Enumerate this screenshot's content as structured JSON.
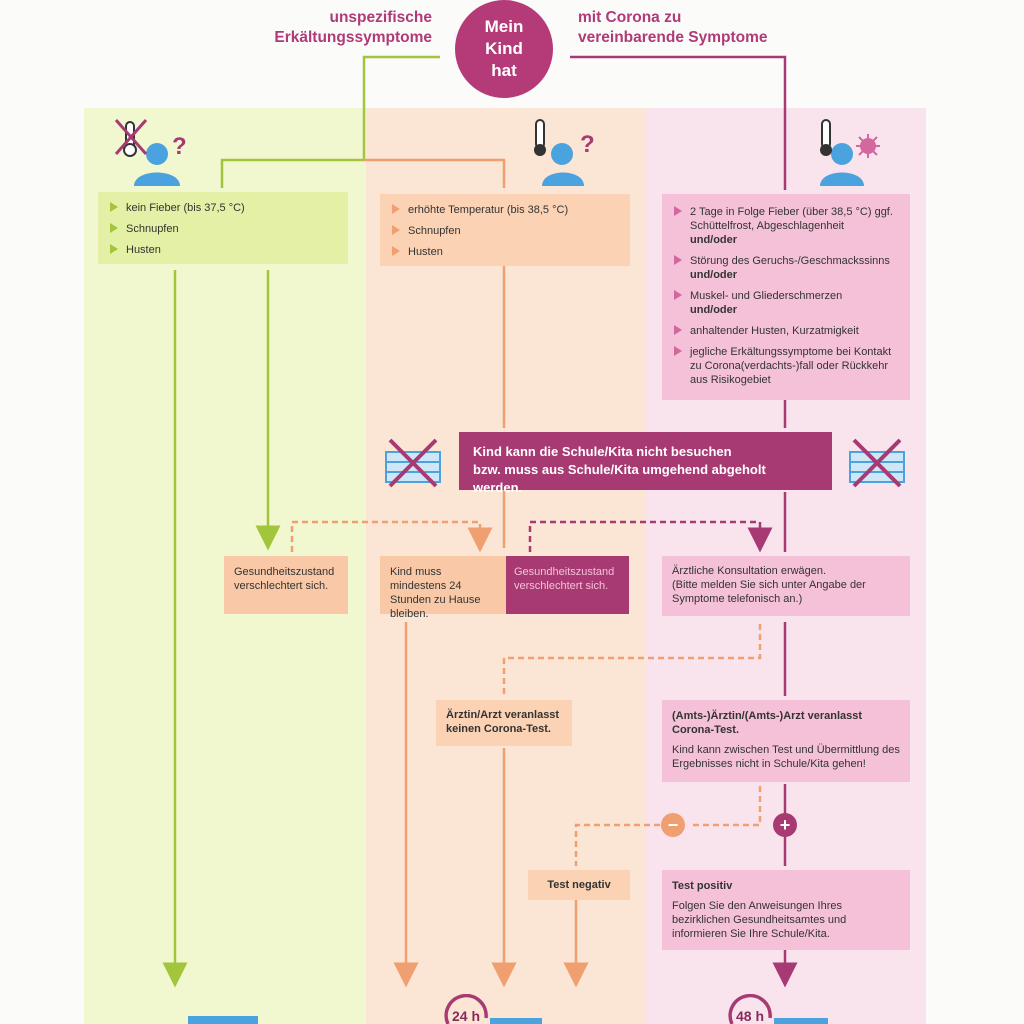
{
  "header": {
    "center": [
      "Mein",
      "Kind",
      "hat"
    ],
    "left": [
      "unspezifische",
      "Erkältungssymptome"
    ],
    "right": [
      "mit Corona zu",
      "vereinbarende Symptome"
    ]
  },
  "columns": {
    "green": {
      "symptoms": [
        "kein Fieber (bis 37,5 °C)",
        "Schnupfen",
        "Husten"
      ]
    },
    "orange": {
      "symptoms": [
        "erhöhte Temperatur (bis 38,5 °C)",
        "Schnupfen",
        "Husten"
      ]
    },
    "pink": {
      "symptoms": [
        {
          "text": "2 Tage in Folge Fieber (über 38,5 °C) ggf. Schüttelfrost, Abgeschlagenheit",
          "conj": "und/oder"
        },
        {
          "text": "Störung des Geruchs-/Geschmackssinns",
          "conj": "und/oder"
        },
        {
          "text": "Muskel- und Gliederschmerzen",
          "conj": "und/oder"
        },
        {
          "text": "anhaltender Husten, Kurzatmigkeit",
          "conj": ""
        },
        {
          "text": "jegliche Erkältungssymptome bei Kontakt zu Corona(verdachts-)fall oder Rückkehr aus Risikogebiet",
          "conj": ""
        }
      ]
    }
  },
  "banner": {
    "line1": "Kind kann die Schule/Kita nicht besuchen",
    "line2": "bzw. muss aus Schule/Kita umgehend abgeholt werden."
  },
  "boxes": {
    "green_worse": "Gesundheitszustand verschlechtert sich.",
    "stay_home": "Kind muss mindestens 24 Stunden zu Hause bleiben.",
    "orange_worse": "Gesundheitszustand verschlechtert sich.",
    "consult_title": "Ärztliche Konsultation erwägen.",
    "consult_note": "(Bitte melden Sie sich unter Angabe der Symptome telefonisch an.)",
    "no_test": "Ärztin/Arzt veranlasst keinen Corona-Test.",
    "test_title": "(Amts-)Ärztin/(Amts-)Arzt veranlasst Corona-Test.",
    "test_note": "Kind kann zwischen Test und Übermittlung des Ergebnisses nicht in Schule/Kita gehen!",
    "test_negative": "Test negativ",
    "test_positive_title": "Test positiv",
    "test_positive_note": "Folgen Sie den Anweisungen Ihres bezirklichen Gesundheitsamtes und informieren Sie Ihre Schule/Kita."
  },
  "signs": {
    "minus": "−",
    "plus": "+"
  },
  "timers": {
    "t24": "24 h",
    "t48": "48 h"
  },
  "icons": {
    "green": [
      "child-icon",
      "no-thermometer-icon",
      "question-mark-icon"
    ],
    "orange": [
      "child-icon",
      "thermometer-icon",
      "question-mark-icon"
    ],
    "pink": [
      "child-icon",
      "thermometer-icon",
      "virus-icon"
    ],
    "banner": [
      "crossed-school-icon",
      "crossed-school-icon"
    ]
  },
  "colors": {
    "green": "#a2c53c",
    "orange": "#f0a070",
    "pink": "#a83a73",
    "blue": "#4aa3de"
  }
}
